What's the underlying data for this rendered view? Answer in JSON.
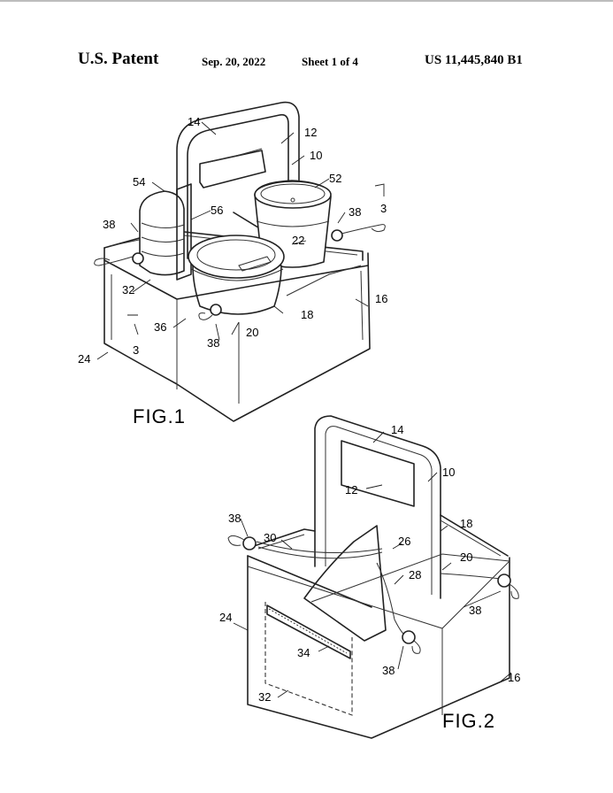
{
  "header": {
    "patent_label": "U.S. Patent",
    "date": "Sep. 20, 2022",
    "sheet": "Sheet 1 of 4",
    "patent_number": "US 11,445,840 B1"
  },
  "figures": [
    {
      "label": "FIG.1",
      "refs": {
        "r14": "14",
        "r12": "12",
        "r10": "10",
        "r52": "52",
        "r54": "54",
        "r56": "56",
        "r38a": "38",
        "r38b": "38",
        "r38c": "38",
        "r3a": "3",
        "r3b": "3",
        "r22": "22",
        "r32": "32",
        "r16": "16",
        "r18": "18",
        "r36": "36",
        "r20": "20",
        "r24": "24"
      }
    },
    {
      "label": "FIG.2",
      "refs": {
        "r14": "14",
        "r10": "10",
        "r12": "12",
        "r38a": "38",
        "r30": "30",
        "r26": "26",
        "r18": "18",
        "r20": "20",
        "r28": "28",
        "r24": "24",
        "r38b": "38",
        "r34": "34",
        "r38c": "38",
        "r16": "16",
        "r32": "32"
      }
    }
  ]
}
